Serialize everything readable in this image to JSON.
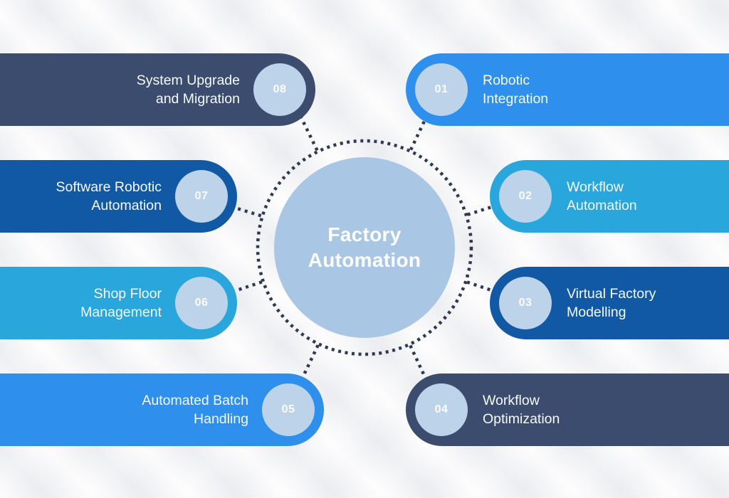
{
  "center": {
    "title": "Factory\nAutomation"
  },
  "items": [
    {
      "number": "01",
      "label": "Robotic\nIntegration",
      "color": "#2e90ec"
    },
    {
      "number": "02",
      "label": "Workflow\nAutomation",
      "color": "#29a7dd"
    },
    {
      "number": "03",
      "label": "Virtual Factory\nModelling",
      "color": "#1159a5"
    },
    {
      "number": "04",
      "label": "Workflow\nOptimization",
      "color": "#3b4c6f"
    },
    {
      "number": "05",
      "label": "Automated Batch\nHandling",
      "color": "#2e90ec"
    },
    {
      "number": "06",
      "label": "Shop Floor\nManagement",
      "color": "#29a7dd"
    },
    {
      "number": "07",
      "label": "Software Robotic\nAutomation",
      "color": "#1159a5"
    },
    {
      "number": "08",
      "label": "System Upgrade\nand Migration",
      "color": "#3b4c6f"
    }
  ],
  "colors": {
    "background": "#f6f6f8",
    "center_circle": "#a9c7e5",
    "badge_circle": "#bcd3ea",
    "dots": "#2e3a54"
  }
}
